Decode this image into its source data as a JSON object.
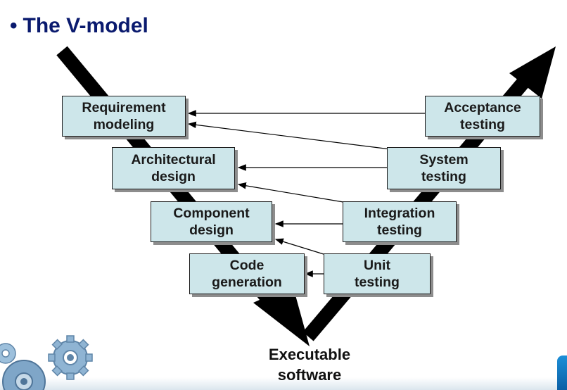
{
  "slide": {
    "bullet": "•",
    "title": "The V-model"
  },
  "left_boxes": [
    {
      "label": "Requirement\nmodeling"
    },
    {
      "label": "Architectural\ndesign"
    },
    {
      "label": "Component\ndesign"
    },
    {
      "label": "Code\ngeneration"
    }
  ],
  "right_boxes": [
    {
      "label": "Acceptance\ntesting"
    },
    {
      "label": "System\ntesting"
    },
    {
      "label": "Integration\ntesting"
    },
    {
      "label": "Unit\ntesting"
    }
  ],
  "bottom_label": "Executable\nsoftware",
  "colors": {
    "title": "#0a1a6e",
    "box_fill": "#cde6ea",
    "box_border": "#1a1a1a",
    "v_stroke": "#000000"
  }
}
